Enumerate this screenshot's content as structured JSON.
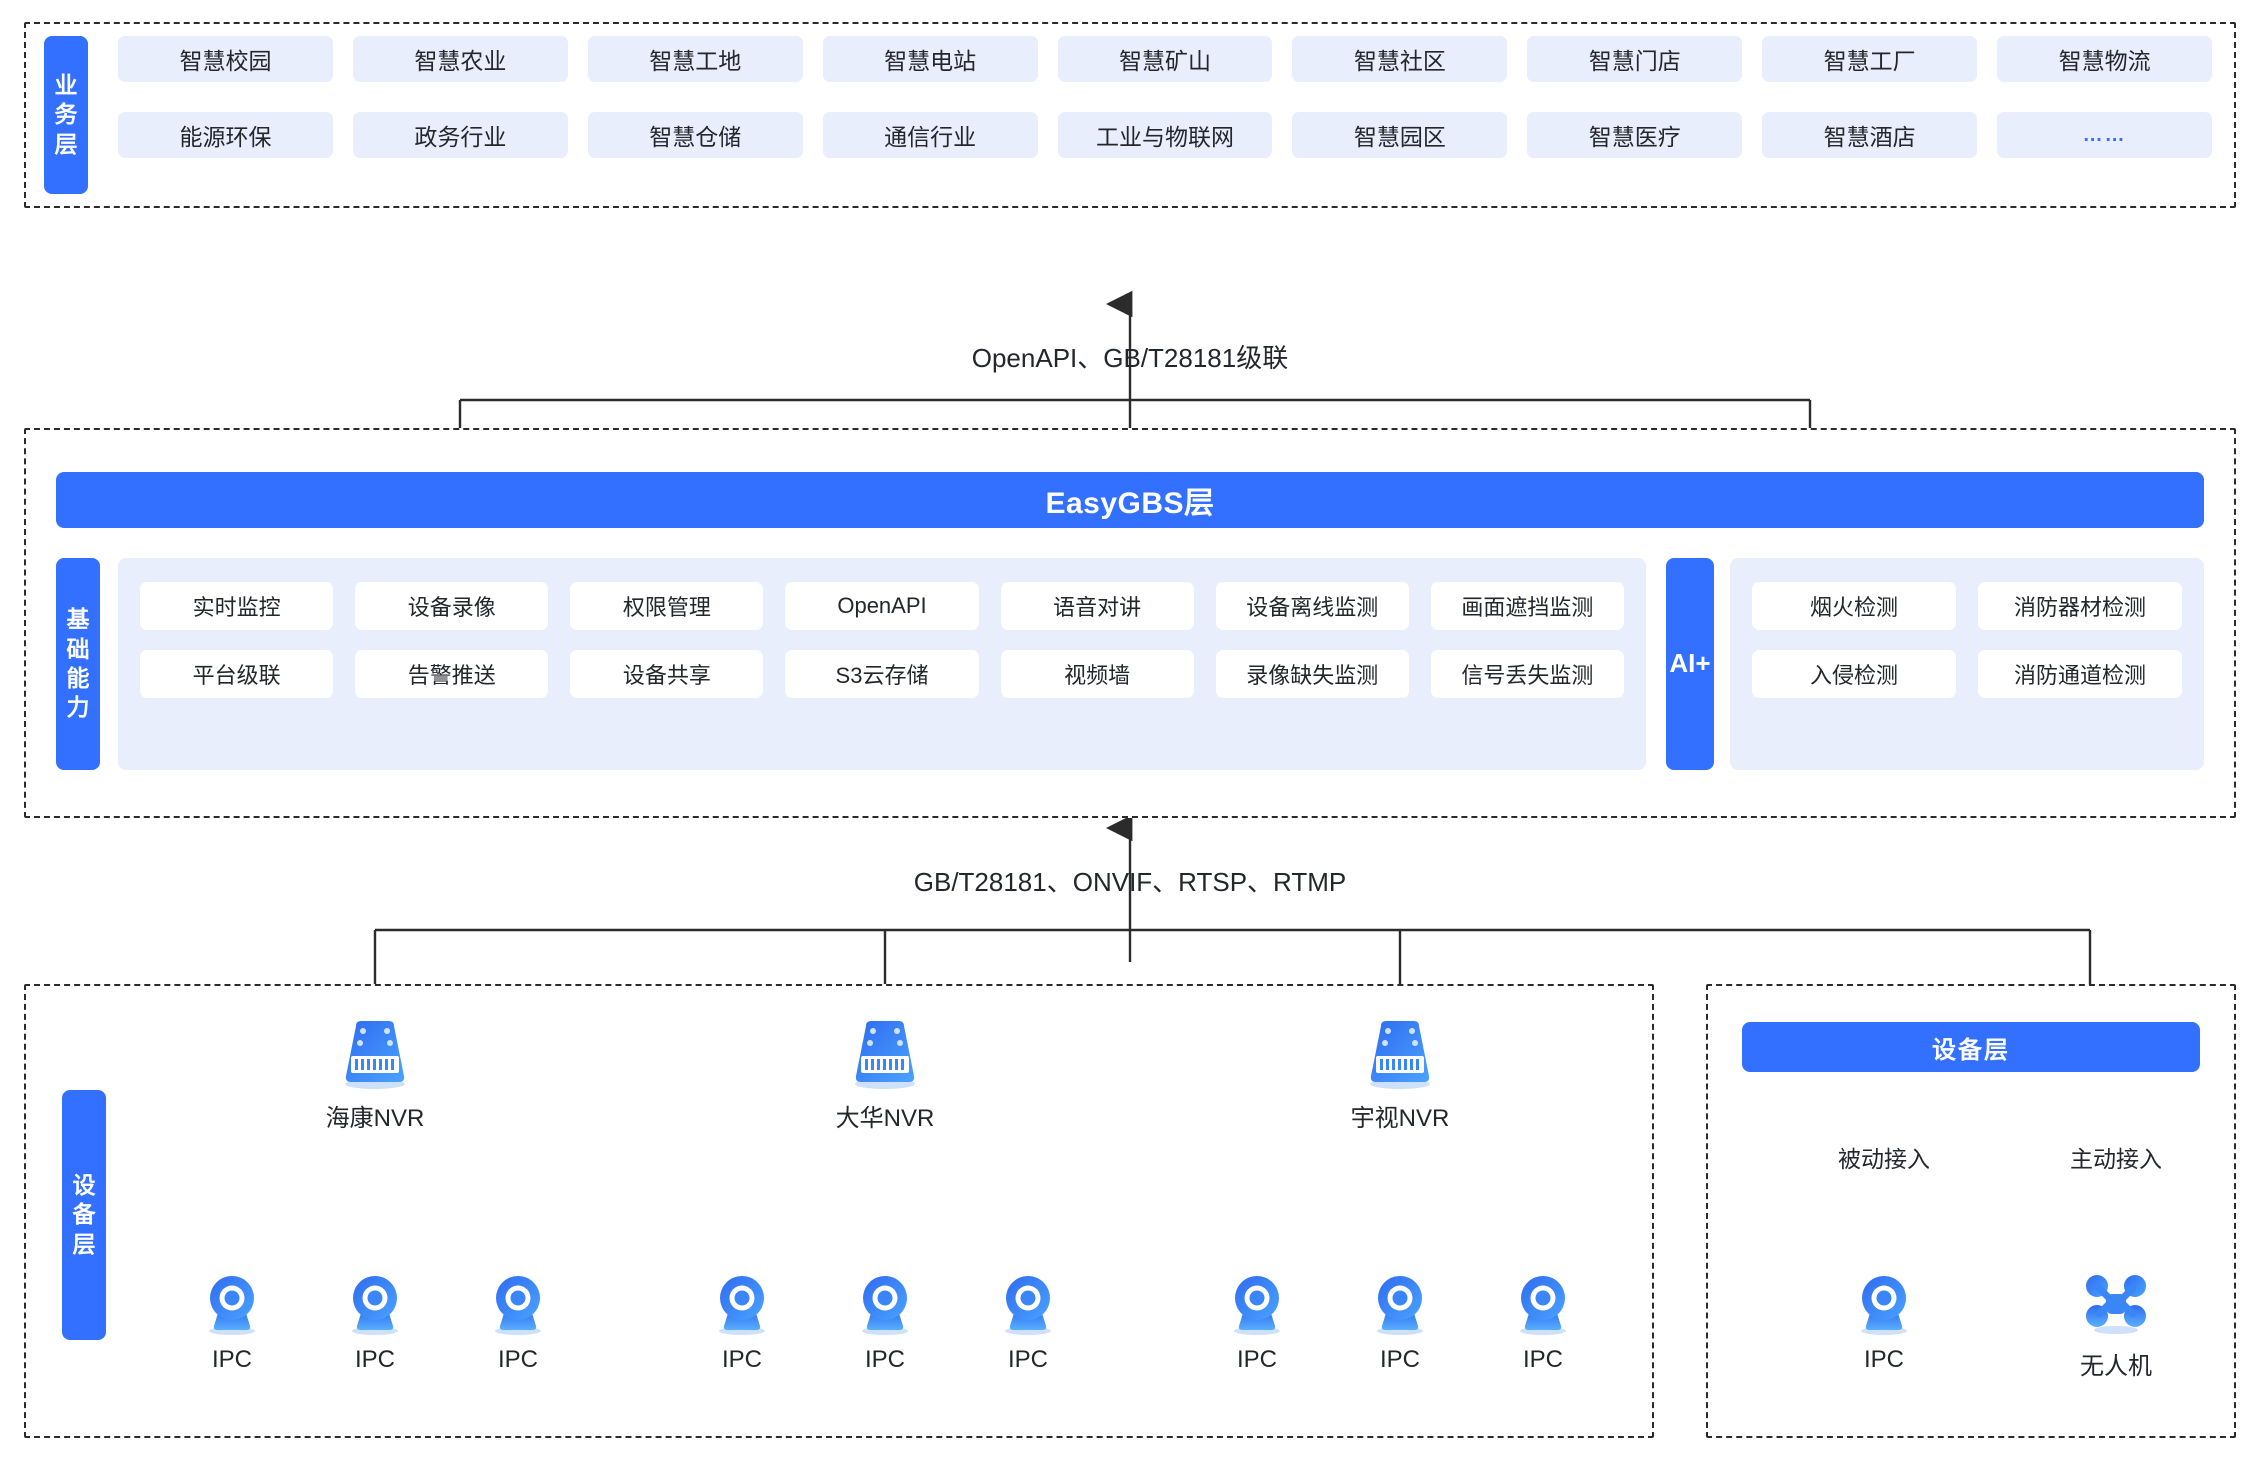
{
  "business_layer": {
    "side_label": "业务层",
    "row1": [
      "智慧校园",
      "智慧农业",
      "智慧工地",
      "智慧电站",
      "智慧矿山",
      "智慧社区",
      "智慧门店",
      "智慧工厂",
      "智慧物流"
    ],
    "row2": [
      "能源环保",
      "政务行业",
      "智慧仓储",
      "通信行业",
      "工业与物联网",
      "智慧园区",
      "智慧医疗",
      "智慧酒店",
      "……"
    ]
  },
  "connectors": {
    "business_to_gbs": "OpenAPI、GB/T28181级联",
    "gbs_to_device": "GB/T28181、ONVIF、RTSP、RTMP"
  },
  "gbs_layer": {
    "title": "EasyGBS层",
    "basic_side_label": "基础能力",
    "basic_row1": [
      "实时监控",
      "设备录像",
      "权限管理",
      "OpenAPI",
      "语音对讲",
      "设备离线监测",
      "画面遮挡监测"
    ],
    "basic_row2": [
      "平台级联",
      "告警推送",
      "设备共享",
      "S3云存储",
      "视频墙",
      "录像缺失监测",
      "信号丢失监测"
    ],
    "ai_side_label": "AI+",
    "ai_row1": [
      "烟火检测",
      "消防器材检测"
    ],
    "ai_row2": [
      "入侵检测",
      "消防通道检测"
    ]
  },
  "device_layer": {
    "side_label": "设备层",
    "nvr_groups": [
      {
        "name": "海康NVR",
        "icon": "nvr-icon",
        "children": [
          "IPC",
          "IPC",
          "IPC"
        ]
      },
      {
        "name": "大华NVR",
        "icon": "nvr-icon",
        "children": [
          "IPC",
          "IPC",
          "IPC"
        ]
      },
      {
        "name": "宇视NVR",
        "icon": "nvr-icon",
        "children": [
          "IPC",
          "IPC",
          "IPC"
        ]
      }
    ],
    "child_label": "IPC"
  },
  "direct_panel": {
    "title": "设备层",
    "access_modes": [
      "被动接入",
      "主动接入"
    ],
    "nodes": [
      {
        "label": "IPC",
        "icon": "ipc-camera-icon"
      },
      {
        "label": "无人机",
        "icon": "drone-icon"
      }
    ]
  },
  "colors": {
    "accent": "#3370ff",
    "chip_bg": "#e8eefc",
    "chip_white": "#ffffff",
    "line": "#2b2b2b",
    "text": "#23262b"
  }
}
